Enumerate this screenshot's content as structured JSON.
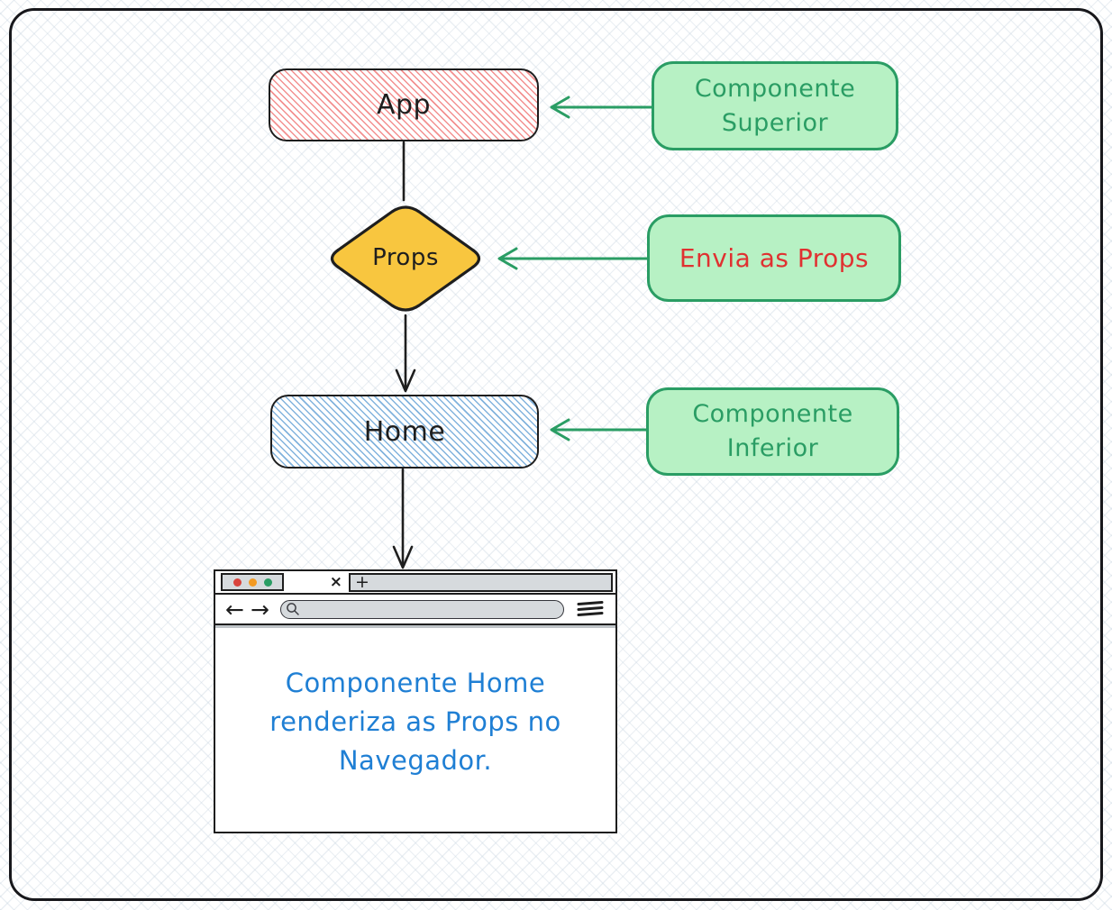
{
  "diagram": {
    "nodes": {
      "app": {
        "label": "App",
        "fill_style": "red-hachure"
      },
      "props": {
        "label": "Props",
        "fill_style": "solid-yellow"
      },
      "home": {
        "label": "Home",
        "fill_style": "blue-hachure"
      }
    },
    "annotations": [
      {
        "id": "componente-superior",
        "lines": [
          "Componente",
          "Superior"
        ],
        "text_color": "#2a9d64"
      },
      {
        "id": "envia-as-props",
        "lines": [
          "Envia as Props"
        ],
        "text_color": "#e03131"
      },
      {
        "id": "componente-inferior",
        "lines": [
          "Componente",
          "Inferior"
        ],
        "text_color": "#2a9d64"
      }
    ]
  },
  "browser": {
    "tab": {
      "close_glyph": "×",
      "new_tab_glyph": "+"
    },
    "nav": {
      "back_glyph": "←",
      "forward_glyph": "→",
      "menu_icon": "hamburger",
      "search_icon": "magnifier"
    },
    "window_controls": [
      "red",
      "orange",
      "green"
    ],
    "content_lines": [
      "Componente Home",
      "renderiza as Props no",
      "Navegador."
    ]
  },
  "colors": {
    "ink": "#1e1e1e",
    "red_hatch": "#f39090",
    "blue_hatch": "#82b3dd",
    "yellow": "#f8c63f",
    "green_fill": "#b7f1c4",
    "green_stroke": "#2a9d64",
    "red_text": "#e03131",
    "blue_text": "#1f7fd4",
    "browser_gray": "#d6dadd",
    "dot_red": "#d9433c",
    "dot_orange": "#f29a23",
    "dot_green": "#2a9d64"
  }
}
